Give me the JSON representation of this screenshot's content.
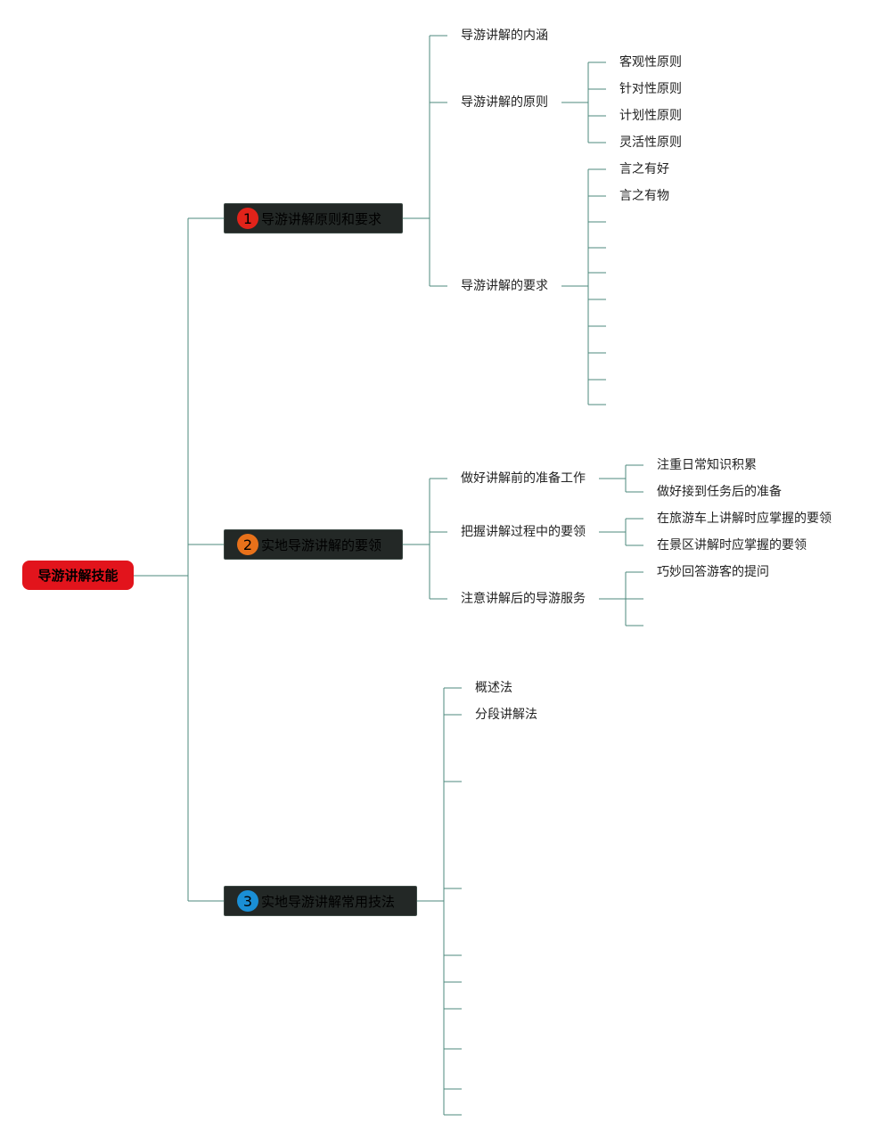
{
  "root": {
    "label": "导游讲解技能",
    "color": "#e2141c"
  },
  "branches": [
    {
      "number": "1",
      "label": "导游讲解原则和要求",
      "badge_color": "#e2231a",
      "children": [
        {
          "label": "导游讲解的内涵",
          "children": []
        },
        {
          "label": "导游讲解的原则",
          "children": [
            {
              "label": "客观性原则"
            },
            {
              "label": "针对性原则"
            },
            {
              "label": "计划性原则"
            },
            {
              "label": "灵活性原则"
            }
          ]
        },
        {
          "label": "导游讲解的要求",
          "children": [
            {
              "label": "言之有好"
            },
            {
              "label": "言之有物"
            },
            {
              "label": ""
            },
            {
              "label": ""
            },
            {
              "label": ""
            },
            {
              "label": ""
            },
            {
              "label": ""
            },
            {
              "label": ""
            },
            {
              "label": ""
            },
            {
              "label": ""
            }
          ]
        }
      ]
    },
    {
      "number": "2",
      "label": "实地导游讲解的要领",
      "badge_color": "#e8711a",
      "children": [
        {
          "label": "做好讲解前的准备工作",
          "children": [
            {
              "label": "注重日常知识积累"
            },
            {
              "label": "做好接到任务后的准备"
            }
          ]
        },
        {
          "label": "把握讲解过程中的要领",
          "children": [
            {
              "label": "在旅游车上讲解时应掌握的要领"
            },
            {
              "label": "在景区讲解时应掌握的要领"
            }
          ]
        },
        {
          "label": "注意讲解后的导游服务",
          "children": [
            {
              "label": "巧妙回答游客的提问"
            },
            {
              "label": ""
            },
            {
              "label": ""
            }
          ]
        }
      ]
    },
    {
      "number": "3",
      "label": "实地导游讲解常用技法",
      "badge_color": "#1a8fd6",
      "children": [
        {
          "label": "概述法"
        },
        {
          "label": "分段讲解法"
        },
        {
          "label": ""
        },
        {
          "label": ""
        },
        {
          "label": ""
        },
        {
          "label": ""
        },
        {
          "label": ""
        },
        {
          "label": ""
        },
        {
          "label": ""
        },
        {
          "label": ""
        }
      ]
    }
  ],
  "line_color": "#4e8a7c"
}
